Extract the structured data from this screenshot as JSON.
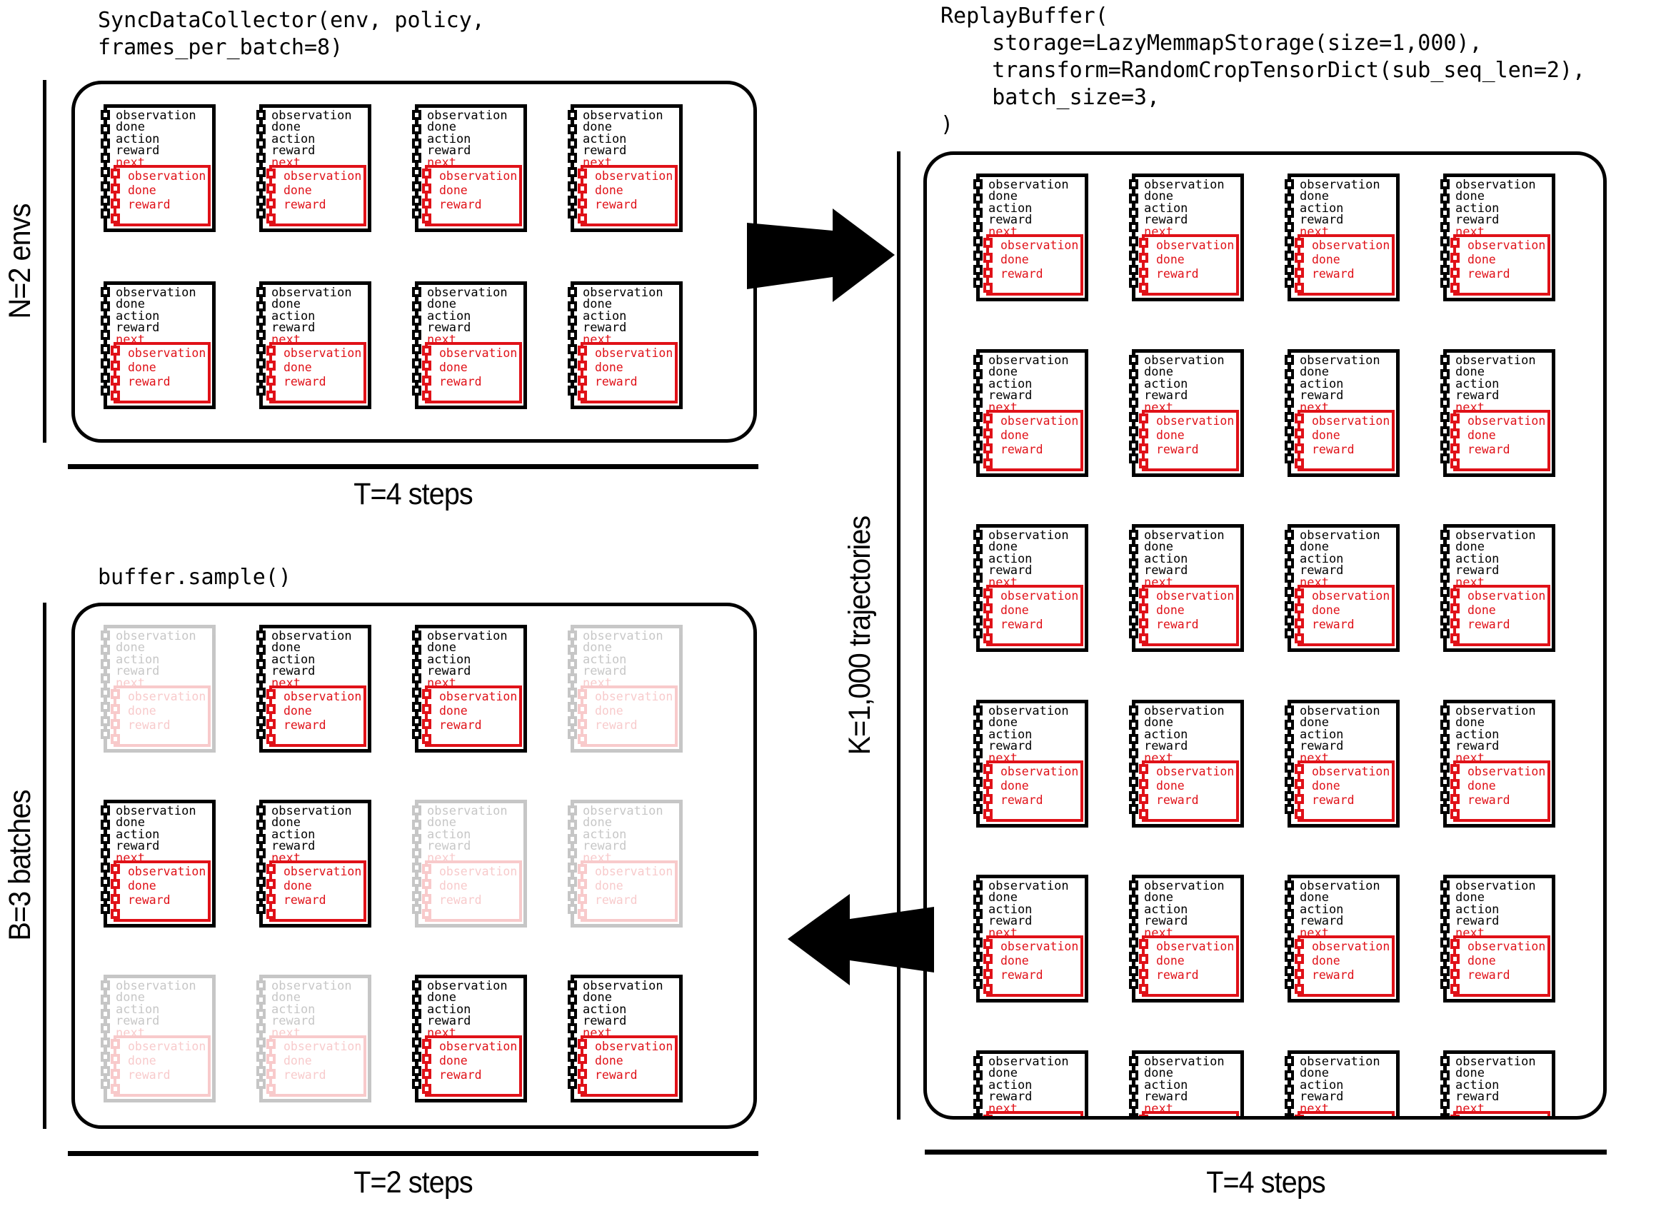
{
  "figure": {
    "collector": {
      "code": "SyncDataCollector(env, policy,\nframes_per_batch=8)",
      "x_axis_label": "T=4 steps",
      "y_axis_label": "N=2 envs",
      "rows": 2,
      "cols": 4
    },
    "buffer": {
      "code": "ReplayBuffer(\n    storage=LazyMemmapStorage(size=1,000),\n    transform=RandomCropTensorDict(sub_seq_len=2),\n    batch_size=3,\n)",
      "x_axis_label": "T=4 steps",
      "y_axis_label": "K=1,000 trajectories",
      "rows": 6,
      "cols": 4
    },
    "sample": {
      "code": "buffer.sample()",
      "x_axis_label": "T=2 steps",
      "y_axis_label": "B=3 batches",
      "rows": 3,
      "cols": 4,
      "faded_cells": [
        [
          1,
          0,
          0,
          1
        ],
        [
          0,
          0,
          1,
          1
        ],
        [
          1,
          1,
          0,
          0
        ]
      ]
    },
    "tensordict": {
      "fields": [
        "observation",
        "done",
        "action",
        "reward"
      ],
      "next_key": "next",
      "next_fields": [
        "observation",
        "done",
        "reward"
      ]
    },
    "colors": {
      "accent_red": "#e01118",
      "ink": "#000000"
    }
  }
}
